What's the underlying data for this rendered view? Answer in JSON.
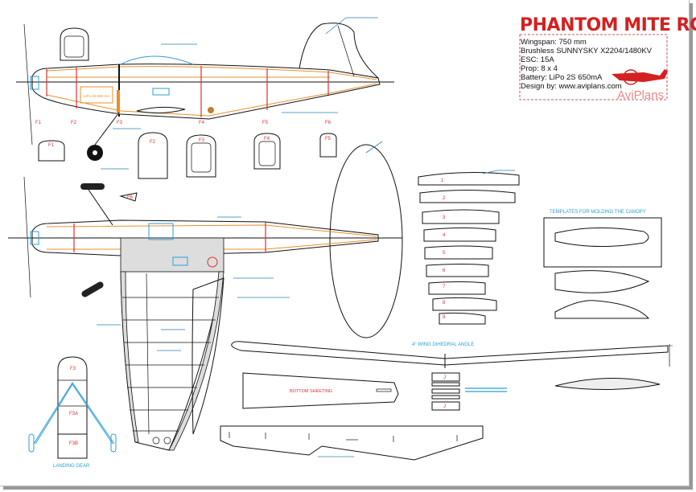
{
  "title": "PHANTOM MITE RC",
  "specs": [
    "Wingspan: 750 mm",
    "Brushless SUNNYSKY X2204/1480KV",
    "ESC: 15A",
    "Prop: 8 x 4",
    "Battery: LiPo 2S 650mA",
    "Design by: www.aviplans.com"
  ],
  "logo_text": "AviPlans",
  "fuselage_stations": [
    "F1",
    "F2",
    "F3",
    "F4",
    "F5",
    "F6"
  ],
  "battery_label": "LiPo 2S 650 mA",
  "former_labels": [
    "F1",
    "F2",
    "F3",
    "F4",
    "F5",
    "F6"
  ],
  "rib_labels": [
    "1",
    "2",
    "3",
    "4",
    "5",
    "6",
    "7",
    "8",
    "9"
  ],
  "canopy_templates_heading": "TEMPLATES FOR MOLDING THE CANOPY",
  "dihedral_label": "4° WING DIHEDRAL ANGLE",
  "bottom_sheeting_label": "BOTTOM SHEETING",
  "joiner_labels": [
    "J",
    "J"
  ],
  "landing_gear_label": "LANDING GEAR",
  "landing_gear_parts": [
    "F3",
    "F3A",
    "F3B"
  ],
  "colors": {
    "accent_red": "#d42020",
    "outline_blue": "#2a9fd6",
    "stringer_orange": "#e8902a"
  }
}
